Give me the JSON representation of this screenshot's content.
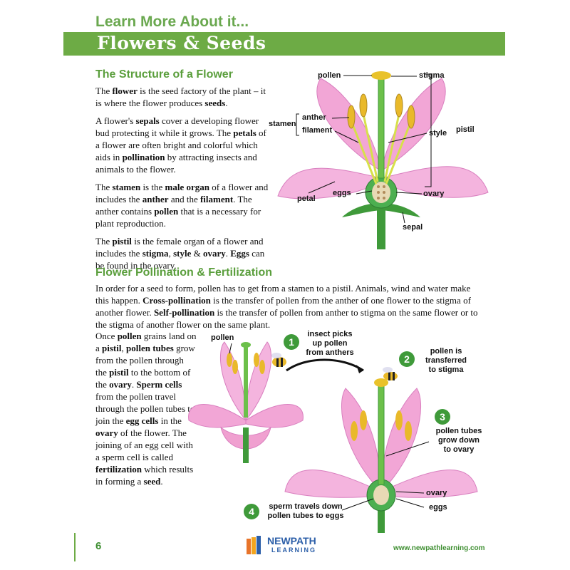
{
  "header": {
    "subtitle": "Learn More About it...",
    "title": "Flowers & Seeds"
  },
  "section1": {
    "heading": "The Structure of a Flower",
    "paragraphs": [
      [
        {
          "t": "The "
        },
        {
          "b": "flower"
        },
        {
          "t": " is the seed factory of the plant – it is where the flower produces "
        },
        {
          "b": "seeds"
        },
        {
          "t": "."
        }
      ],
      [
        {
          "t": "A flower's "
        },
        {
          "b": "sepals"
        },
        {
          "t": " cover a developing flower bud protecting it while it grows. The "
        },
        {
          "b": "petals"
        },
        {
          "t": " of a flower are often bright and colorful which aids in "
        },
        {
          "b": "pollination"
        },
        {
          "t": " by attracting insects and animals to the flower."
        }
      ],
      [
        {
          "t": "The "
        },
        {
          "b": "stamen"
        },
        {
          "t": " is the "
        },
        {
          "b": "male organ"
        },
        {
          "t": " of a flower and includes the "
        },
        {
          "b": "anther"
        },
        {
          "t": " and the "
        },
        {
          "b": "filament"
        },
        {
          "t": ". The anther contains "
        },
        {
          "b": "pollen"
        },
        {
          "t": " that is a necessary for plant reproduction."
        }
      ],
      [
        {
          "t": "The "
        },
        {
          "b": "pistil"
        },
        {
          "t": " is the female organ of a flower and includes the "
        },
        {
          "b": "stigma"
        },
        {
          "t": ", "
        },
        {
          "b": "style"
        },
        {
          "t": " & "
        },
        {
          "b": "ovary"
        },
        {
          "t": ". "
        },
        {
          "b": "Eggs"
        },
        {
          "t": " can be found in the ovary."
        }
      ]
    ]
  },
  "diagram1": {
    "labels": {
      "pollen": "pollen",
      "stigma": "stigma",
      "anther": "anther",
      "stamen": "stamen",
      "filament": "filament",
      "style": "style",
      "pistil": "pistil",
      "eggs": "eggs",
      "ovary": "ovary",
      "petal": "petal",
      "sepal": "sepal"
    }
  },
  "section2": {
    "heading": "Flower Pollination & Fertilization",
    "intro": [
      {
        "t": "In order for a seed to form, pollen has to get from a stamen to a pistil. Animals, wind and water make this happen. "
      },
      {
        "b": "Cross-pollination"
      },
      {
        "t": " is the transfer of pollen from the anther of one flower to the stigma of another flower. "
      },
      {
        "b": "Self-pollination"
      },
      {
        "t": " is the transfer of pollen from anther to stigma on the same flower or to the stigma of another flower on the same plant."
      }
    ],
    "side_text": [
      {
        "t": "Once "
      },
      {
        "b": "pollen"
      },
      {
        "t": " grains land on a "
      },
      {
        "b": "pistil"
      },
      {
        "t": ", "
      },
      {
        "b": "pollen tubes"
      },
      {
        "t": " grow from the pollen through the "
      },
      {
        "b": "pistil"
      },
      {
        "t": " to the bottom of the "
      },
      {
        "b": "ovary"
      },
      {
        "t": ". "
      },
      {
        "b": "Sperm cells"
      },
      {
        "t": " from the pollen travel through the pollen tubes to join the "
      },
      {
        "b": "egg cells"
      },
      {
        "t": " in the "
      },
      {
        "b": "ovary"
      },
      {
        "t": " of the flower. The joining of an egg cell with a sperm cell is called "
      },
      {
        "b": "fertilization"
      },
      {
        "t": " which results in forming a "
      },
      {
        "b": "seed"
      },
      {
        "t": "."
      }
    ]
  },
  "diagram2": {
    "pollen_label": "pollen",
    "steps": [
      {
        "num": "1",
        "text_lines": [
          "insect picks",
          "up pollen",
          "from anthers"
        ]
      },
      {
        "num": "2",
        "text_lines": [
          "pollen is",
          "transferred",
          "to stigma"
        ]
      },
      {
        "num": "3",
        "text_lines": [
          "pollen tubes",
          "grow down",
          "to ovary"
        ]
      },
      {
        "num": "4",
        "text_lines": [
          "sperm travels down",
          "pollen tubes to eggs"
        ]
      }
    ],
    "ovary_label": "ovary",
    "eggs_label": "eggs"
  },
  "footer": {
    "page_number": "6",
    "logo_top": "NEWPATH",
    "logo_bottom": "LEARNING",
    "url": "www.newpathlearning.com"
  },
  "colors": {
    "brand_green": "#6dab45",
    "heading_green": "#5a9e3c",
    "petal_pink": "#f2a6d6",
    "stem_green": "#3f9a3a",
    "anther_yellow": "#e9b92a"
  }
}
